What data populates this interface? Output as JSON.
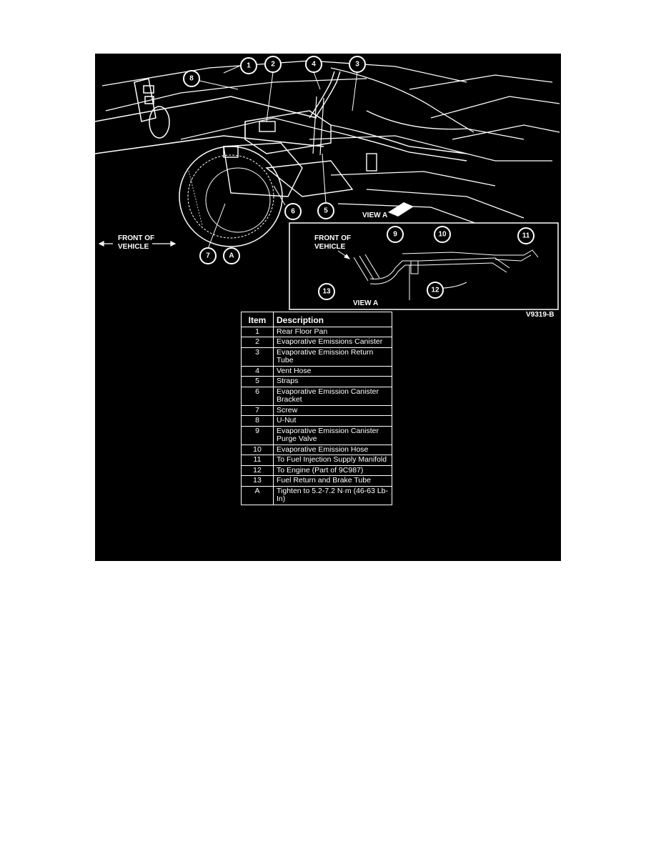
{
  "labels": {
    "front_main": [
      "FRONT OF",
      "VEHICLE"
    ],
    "view_a_arrow": "VIEW A",
    "front_inset": [
      "FRONT OF",
      "VEHICLE"
    ],
    "view_a_inset": "VIEW A",
    "figure_code": "V9319-B"
  },
  "callouts": {
    "c1": "1",
    "c2": "2",
    "c3": "3",
    "c4": "4",
    "c5": "5",
    "c6": "6",
    "c7": "7",
    "c8": "8",
    "cA": "A",
    "c9": "9",
    "c10": "10",
    "c11": "11",
    "c12": "12",
    "c13": "13"
  },
  "legend": {
    "headers": {
      "item": "Item",
      "description": "Description"
    },
    "rows": [
      {
        "item": "1",
        "description": "Rear Floor Pan"
      },
      {
        "item": "2",
        "description": "Evaporative Emissions Canister"
      },
      {
        "item": "3",
        "description": "Evaporative Emission Return Tube"
      },
      {
        "item": "4",
        "description": "Vent Hose"
      },
      {
        "item": "5",
        "description": "Straps"
      },
      {
        "item": "6",
        "description": "Evaporative Emission Canister Bracket"
      },
      {
        "item": "7",
        "description": "Screw"
      },
      {
        "item": "8",
        "description": "U-Nut"
      },
      {
        "item": "9",
        "description": "Evaporative Emission Canister Purge Valve"
      },
      {
        "item": "10",
        "description": "Evaporative Emission Hose"
      },
      {
        "item": "11",
        "description": "To Fuel Injection Supply Manifold"
      },
      {
        "item": "12",
        "description": "To Engine (Part of 9C987)"
      },
      {
        "item": "13",
        "description": "Fuel Return and Brake Tube"
      },
      {
        "item": "A",
        "description": "Tighten to 5.2-7.2 N·m (46-63 Lb-In)"
      }
    ]
  }
}
